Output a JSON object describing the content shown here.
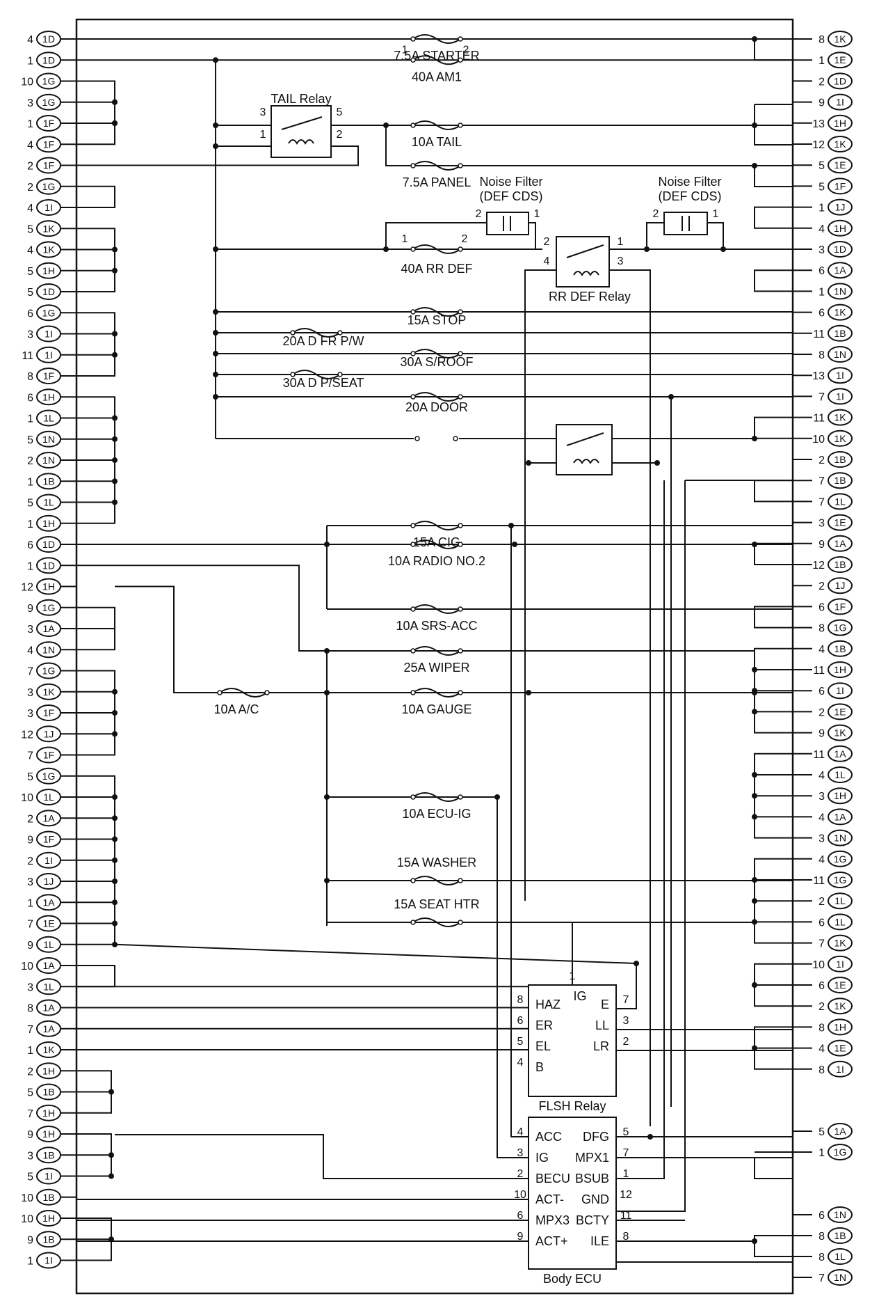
{
  "diagram": {
    "left_pins": [
      [
        "4",
        "1D"
      ],
      [
        "1",
        "1D"
      ],
      [
        "10",
        "1G"
      ],
      [
        "3",
        "1G"
      ],
      [
        "1",
        "1F"
      ],
      [
        "4",
        "1F"
      ],
      [
        "2",
        "1F"
      ],
      [
        "2",
        "1G"
      ],
      [
        "4",
        "1I"
      ],
      [
        "5",
        "1K"
      ],
      [
        "4",
        "1K"
      ],
      [
        "5",
        "1H"
      ],
      [
        "5",
        "1D"
      ],
      [
        "6",
        "1G"
      ],
      [
        "3",
        "1I"
      ],
      [
        "11",
        "1I"
      ],
      [
        "8",
        "1F"
      ],
      [
        "6",
        "1H"
      ],
      [
        "1",
        "1L"
      ],
      [
        "5",
        "1N"
      ],
      [
        "2",
        "1N"
      ],
      [
        "1",
        "1B"
      ],
      [
        "5",
        "1L"
      ],
      [
        "1",
        "1H"
      ],
      [
        "6",
        "1D"
      ],
      [
        "1",
        "1D"
      ],
      [
        "12",
        "1H"
      ],
      [
        "9",
        "1G"
      ],
      [
        "3",
        "1A"
      ],
      [
        "4",
        "1N"
      ],
      [
        "7",
        "1G"
      ],
      [
        "3",
        "1K"
      ],
      [
        "3",
        "1F"
      ],
      [
        "12",
        "1J"
      ],
      [
        "7",
        "1F"
      ],
      [
        "5",
        "1G"
      ],
      [
        "10",
        "1L"
      ],
      [
        "2",
        "1A"
      ],
      [
        "9",
        "1F"
      ],
      [
        "2",
        "1I"
      ],
      [
        "3",
        "1J"
      ],
      [
        "1",
        "1A"
      ],
      [
        "7",
        "1E"
      ],
      [
        "9",
        "1L"
      ],
      [
        "10",
        "1A"
      ],
      [
        "3",
        "1L"
      ],
      [
        "8",
        "1A"
      ],
      [
        "7",
        "1A"
      ],
      [
        "1",
        "1K"
      ],
      [
        "2",
        "1H"
      ],
      [
        "5",
        "1B"
      ],
      [
        "7",
        "1H"
      ],
      [
        "9",
        "1H"
      ],
      [
        "3",
        "1B"
      ],
      [
        "5",
        "1I"
      ],
      [
        "10",
        "1B"
      ],
      [
        "10",
        "1H"
      ],
      [
        "9",
        "1B"
      ],
      [
        "1",
        "1I"
      ]
    ],
    "right_pins": [
      [
        "8",
        "1K"
      ],
      [
        "1",
        "1E"
      ],
      [
        "2",
        "1D"
      ],
      [
        "9",
        "1I"
      ],
      [
        "13",
        "1H"
      ],
      [
        "12",
        "1K"
      ],
      [
        "5",
        "1E"
      ],
      [
        "5",
        "1F"
      ],
      [
        "1",
        "1J"
      ],
      [
        "4",
        "1H"
      ],
      [
        "3",
        "1D"
      ],
      [
        "6",
        "1A"
      ],
      [
        "1",
        "1N"
      ],
      [
        "6",
        "1K"
      ],
      [
        "11",
        "1B"
      ],
      [
        "8",
        "1N"
      ],
      [
        "13",
        "1I"
      ],
      [
        "7",
        "1I"
      ],
      [
        "11",
        "1K"
      ],
      [
        "10",
        "1K"
      ],
      [
        "2",
        "1B"
      ],
      [
        "7",
        "1B"
      ],
      [
        "7",
        "1L"
      ],
      [
        "3",
        "1E"
      ],
      [
        "9",
        "1A"
      ],
      [
        "12",
        "1B"
      ],
      [
        "2",
        "1J"
      ],
      [
        "6",
        "1F"
      ],
      [
        "8",
        "1G"
      ],
      [
        "4",
        "1B"
      ],
      [
        "11",
        "1H"
      ],
      [
        "6",
        "1I"
      ],
      [
        "2",
        "1E"
      ],
      [
        "9",
        "1K"
      ],
      [
        "11",
        "1A"
      ],
      [
        "4",
        "1L"
      ],
      [
        "3",
        "1H"
      ],
      [
        "4",
        "1A"
      ],
      [
        "3",
        "1N"
      ],
      [
        "4",
        "1G"
      ],
      [
        "11",
        "1G"
      ],
      [
        "2",
        "1L"
      ],
      [
        "6",
        "1L"
      ],
      [
        "7",
        "1K"
      ],
      [
        "10",
        "1I"
      ],
      [
        "6",
        "1E"
      ],
      [
        "2",
        "1K"
      ],
      [
        "8",
        "1H"
      ],
      [
        "4",
        "1E"
      ],
      [
        "8",
        "1I"
      ],
      [
        "5",
        "1A"
      ],
      [
        "1",
        "1G"
      ],
      [
        "6",
        "1N"
      ],
      [
        "8",
        "1B"
      ],
      [
        "8",
        "1L"
      ],
      [
        "7",
        "1N"
      ]
    ],
    "fuses": [
      "7.5A STARTER",
      "40A AM1",
      "10A TAIL",
      "7.5A PANEL",
      "40A RR DEF",
      "15A STOP",
      "20A D FR P/W",
      "30A S/ROOF",
      "30A D P/SEAT",
      "20A DOOR",
      "15A CIG",
      "10A RADIO NO.2",
      "10A SRS-ACC",
      "25A WIPER",
      "10A A/C",
      "10A GAUGE",
      "10A ECU-IG",
      "15A WASHER",
      "15A SEAT HTR"
    ],
    "tail_relay": {
      "title": "TAIL Relay",
      "pins": [
        "3",
        "5",
        "1",
        "2"
      ]
    },
    "am1_pins": [
      "1",
      "2"
    ],
    "rrdef_fuse_pins": [
      "1",
      "2"
    ],
    "noise_filter_1": {
      "title1": "Noise Filter",
      "title2": "(DEF CDS)",
      "pins": [
        "2",
        "1"
      ]
    },
    "noise_filter_2": {
      "title1": "Noise Filter",
      "title2": "(DEF CDS)",
      "pins": [
        "2",
        "1"
      ]
    },
    "rrdef_relay": {
      "title": "RR DEF Relay",
      "pins": [
        "2",
        "1",
        "4",
        "3"
      ]
    },
    "flsh_relay": {
      "title": "FLSH Relay",
      "terminals": [
        "HAZ",
        "ER",
        "EL",
        "B",
        "IG",
        "E",
        "LL",
        "LR"
      ],
      "pins": [
        "8",
        "6",
        "5",
        "4",
        "1",
        "7",
        "3",
        "2"
      ]
    },
    "body_ecu": {
      "title": "Body ECU",
      "left_terminals": [
        "ACC",
        "IG",
        "BECU",
        "ACT-",
        "MPX3",
        "ACT+"
      ],
      "left_pins": [
        "4",
        "3",
        "2",
        "10",
        "6",
        "9"
      ],
      "right_terminals": [
        "DFG",
        "MPX1",
        "BSUB",
        "GND",
        "BCTY",
        "ILE"
      ],
      "right_pins": [
        "5",
        "7",
        "1",
        "12",
        "11",
        "8"
      ]
    }
  }
}
